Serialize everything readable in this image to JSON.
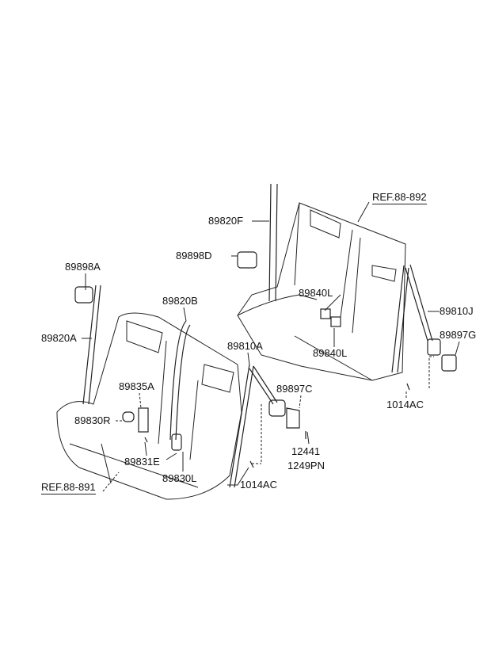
{
  "references": {
    "rear_seat": "REF.88-891",
    "third_row_seat": "REF.88-892"
  },
  "part_labels": {
    "p89820F": "89820F",
    "p89898D": "89898D",
    "p89898A": "89898A",
    "p89820B": "89820B",
    "p89840L_upper": "89840L",
    "p89810J": "89810J",
    "p89820A": "89820A",
    "p89840L_lower": "89840L",
    "p89897G": "89897G",
    "p89810A": "89810A",
    "p89835A": "89835A",
    "p89897C": "89897C",
    "p89830R": "89830R",
    "p1014AC_right": "1014AC",
    "p89831E": "89831E",
    "p12441": "12441",
    "p1249PN": "1249PN",
    "p89830L": "89830L",
    "p1014AC_center": "1014AC"
  }
}
